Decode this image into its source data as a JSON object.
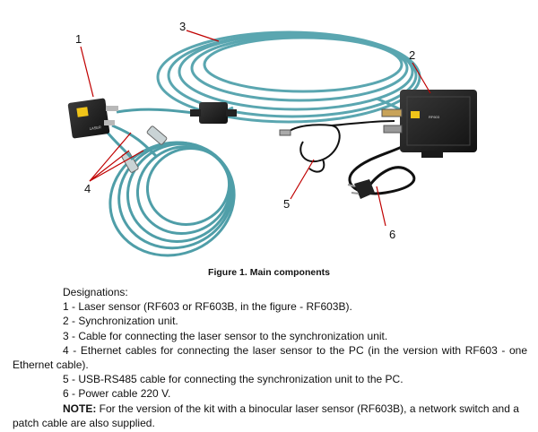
{
  "figure": {
    "callouts": [
      "1",
      "2",
      "3",
      "4",
      "5",
      "6"
    ],
    "device_labels": {
      "sensor_label": "LASER",
      "sync_label": "RF603"
    }
  },
  "caption": "Figure 1. Main components",
  "designations": {
    "heading": "Designations:",
    "items": [
      "1 - Laser sensor (RF603 or RF603B, in the figure - RF603B).",
      "2 - Synchronization unit.",
      "3 - Cable for connecting the laser sensor to the synchronization unit.",
      "4 - Ethernet cables for connecting the laser sensor to the PC (in the version with RF603 - one Ethernet cable).",
      "5 - USB-RS485 cable for connecting the synchronization unit to the PC.",
      "6 - Power cable 220 V."
    ],
    "note_label": "NOTE:",
    "note_text": " For the version of the kit with a binocular laser sensor (RF603B), a network switch and a patch cable are also supplied."
  }
}
